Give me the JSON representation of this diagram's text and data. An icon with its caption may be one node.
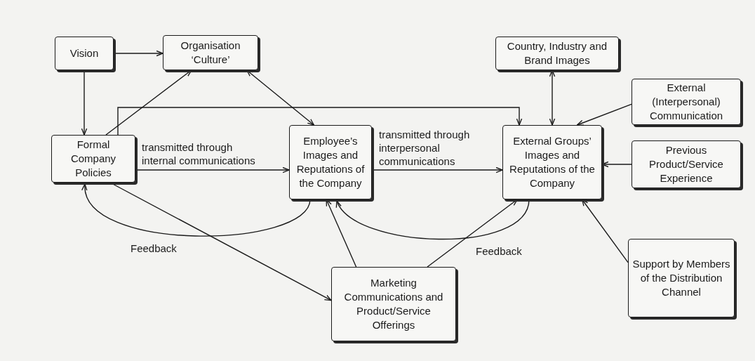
{
  "diagram": {
    "nodes": [
      {
        "text": [
          "Vision"
        ]
      },
      {
        "text": [
          "Organisation ‘Culture’"
        ]
      },
      {
        "text": [
          "Country, Industry and Brand Images"
        ]
      },
      {
        "text": [
          "External (Interpersonal) Communication"
        ]
      },
      {
        "text": [
          "Formal Company Policies"
        ]
      },
      {
        "text": [
          "Employee’s Images and Reputations of the Company"
        ]
      },
      {
        "text": [
          "External Groups’ Images and Reputations of the Company"
        ]
      },
      {
        "text": [
          "Previous Product/Service Experience"
        ]
      },
      {
        "text": [
          "Support by Members of the Distribution Channel"
        ]
      },
      {
        "text": [
          "Marketing Communications and Product/Service Offerings"
        ]
      }
    ],
    "edges": [
      {
        "from": 0,
        "to": 1,
        "arrow": "to"
      },
      {
        "from": 0,
        "to": 4,
        "arrow": "to"
      },
      {
        "from": 4,
        "to": 1,
        "arrow": "to"
      },
      {
        "from": 1,
        "to": 5,
        "arrow": "both"
      },
      {
        "from": 4,
        "to": 6,
        "arrow": "to"
      },
      {
        "from": 4,
        "to": 5,
        "arrow": "to",
        "label": "transmitted through internal communications"
      },
      {
        "from": 5,
        "to": 6,
        "arrow": "to",
        "label": "transmitted through interpersonal communications"
      },
      {
        "from": 2,
        "to": 6,
        "arrow": "both"
      },
      {
        "from": 3,
        "to": 6,
        "arrow": "to"
      },
      {
        "from": 7,
        "to": 6,
        "arrow": "to"
      },
      {
        "from": 8,
        "to": 6,
        "arrow": "to"
      },
      {
        "from": 9,
        "to": 5,
        "arrow": "to"
      },
      {
        "from": 9,
        "to": 6,
        "arrow": "to"
      },
      {
        "from": 4,
        "to": 9,
        "arrow": "to"
      },
      {
        "from": 5,
        "to": 4,
        "arrow": "to",
        "label": "Feedback"
      },
      {
        "from": 6,
        "to": 5,
        "arrow": "to",
        "label": "Feedback"
      }
    ]
  }
}
